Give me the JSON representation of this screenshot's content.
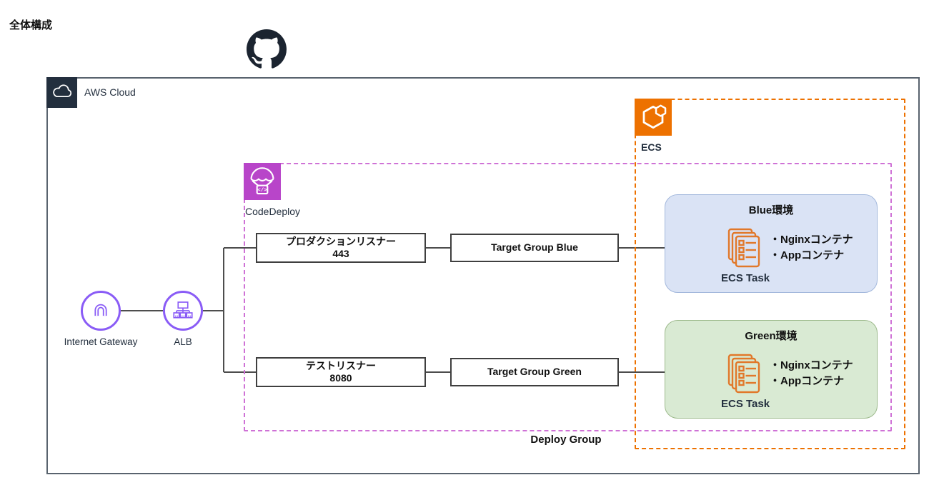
{
  "page": {
    "title": "全体構成"
  },
  "colors": {
    "ecs_orange": "#ED7100",
    "codedeploy_magenta": "#B845C9",
    "network_purple": "#8A5CF6",
    "aws_dark": "#232F3E",
    "env_blue_fill": "#DAE3F5",
    "env_green_fill": "#D9EAD3",
    "connector_gray": "#4D4D4D"
  },
  "github": {
    "icon": "github-octocat"
  },
  "aws_cloud": {
    "label": "AWS Cloud"
  },
  "ecs_group": {
    "label": "ECS"
  },
  "deploy_group": {
    "icon_label": "CodeDeploy",
    "label": "Deploy Group",
    "icon_glyph": "</>"
  },
  "nodes": {
    "internet_gateway": {
      "label": "Internet Gateway"
    },
    "alb": {
      "label": "ALB"
    },
    "production_listener": {
      "line1": "プロダクションリスナー",
      "line2": "443"
    },
    "test_listener": {
      "line1": "テストリスナー",
      "line2": "8080"
    },
    "target_group_blue": {
      "label": "Target Group Blue"
    },
    "target_group_green": {
      "label": "Target Group Green"
    }
  },
  "environments": {
    "blue": {
      "title": "Blue環境",
      "containers": [
        "・Nginxコンテナ",
        "・Appコンテナ"
      ],
      "task_label": "ECS Task"
    },
    "green": {
      "title": "Green環境",
      "containers": [
        "・Nginxコンテナ",
        "・Appコンテナ"
      ],
      "task_label": "ECS Task"
    }
  }
}
